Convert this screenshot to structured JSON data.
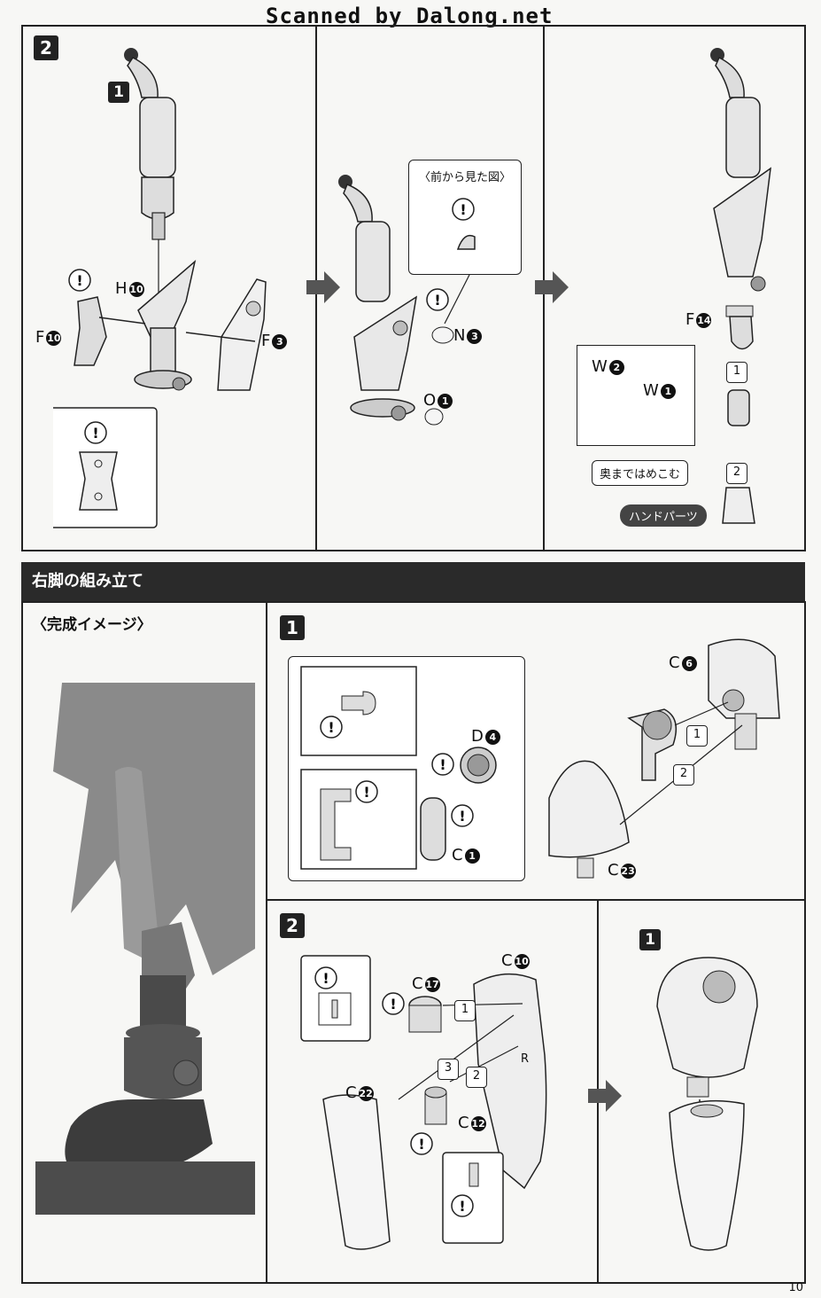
{
  "scan_credit": "Scanned by Dalong.net",
  "top_panel": {
    "step_badge": "2",
    "sub1": {
      "badge": "1",
      "labels": [
        {
          "part": "H",
          "num": "10"
        },
        {
          "part": "F",
          "num": "10"
        },
        {
          "part": "F",
          "num": "3"
        }
      ]
    },
    "sub2": {
      "callout_title": "〈前から見た図〉",
      "labels": [
        {
          "part": "N",
          "num": "3"
        },
        {
          "part": "O",
          "num": "1"
        }
      ]
    },
    "sub3": {
      "labels": [
        {
          "part": "F",
          "num": "14"
        },
        {
          "part": "W",
          "num": "2"
        },
        {
          "part": "W",
          "num": "1"
        }
      ],
      "note": "奥まではめこむ",
      "hand_parts": "ハンドパーツ",
      "seq1": "1",
      "seq2": "2"
    }
  },
  "section": {
    "title": "右脚の組み立て",
    "finished_image_title": "〈完成イメージ〉"
  },
  "step1": {
    "badge": "1",
    "labels": [
      {
        "part": "C",
        "num": "6"
      },
      {
        "part": "D",
        "num": "4"
      },
      {
        "part": "C",
        "num": "1"
      },
      {
        "part": "C",
        "num": "23"
      }
    ],
    "seq1": "1",
    "seq2": "2"
  },
  "step2": {
    "badge": "2",
    "sub_badge": "1",
    "labels": [
      {
        "part": "C",
        "num": "10"
      },
      {
        "part": "C",
        "num": "17"
      },
      {
        "part": "C",
        "num": "22"
      },
      {
        "part": "C",
        "num": "12"
      }
    ],
    "seq1": "1",
    "seq2": "2",
    "seq3": "3",
    "r_label": "R"
  },
  "page_number": "10"
}
